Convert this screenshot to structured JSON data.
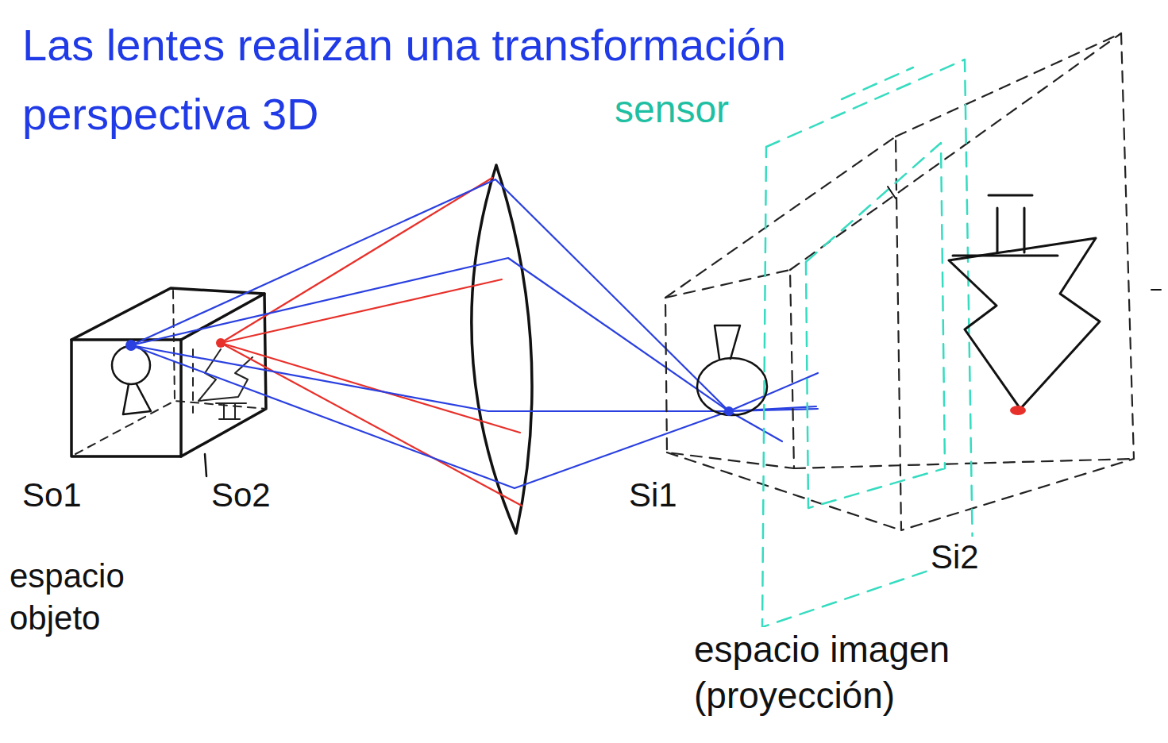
{
  "diagram": {
    "title": "Las lentes realizan una transformación perspectiva 3D",
    "labels": [
      "sensor",
      "So1",
      "So2",
      "Si1",
      "Si2",
      "espacio objeto",
      "espacio imagen (proyección)"
    ]
  }
}
